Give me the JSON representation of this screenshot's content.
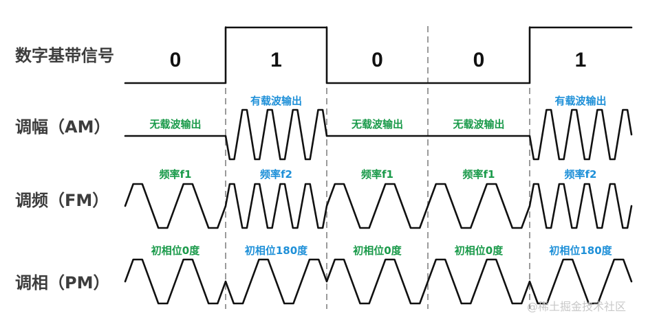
{
  "rows": {
    "digital": "数字基带信号",
    "am": "调幅（AM）",
    "fm": "调频（FM）",
    "pm": "调相（PM）"
  },
  "bits": [
    "0",
    "1",
    "0",
    "0",
    "1"
  ],
  "am_notes": [
    "无载波输出",
    "有载波输出",
    "无载波输出",
    "无载波输出",
    "有载波输出"
  ],
  "fm_notes": [
    "频率f1",
    "频率f2",
    "频率f1",
    "频率f1",
    "频率f2"
  ],
  "pm_notes": [
    "初相位0度",
    "初相位180度",
    "初相位0度",
    "初相位0度",
    "初相位180度"
  ],
  "colors": {
    "note_blue": "#1e90d8",
    "note_green": "#1a9a4a",
    "wave": "#111111",
    "label": "#3d3d3d",
    "divider": "#9a9a9a"
  },
  "watermark": "@稀土掘金技术社区"
}
